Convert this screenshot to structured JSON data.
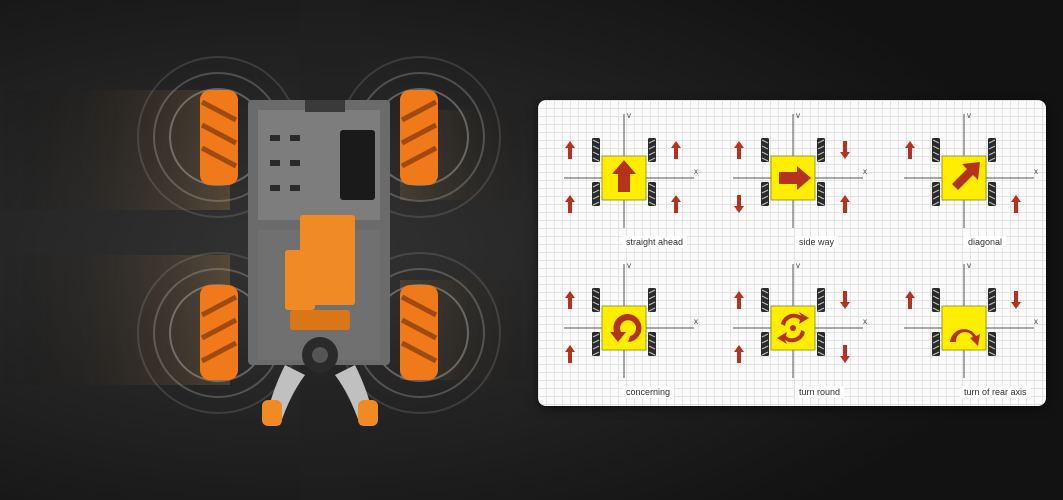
{
  "movement_modes": [
    {
      "id": "straight",
      "caption": "straight ahead",
      "arrow": "up",
      "wheels": [
        "up",
        "up",
        "up",
        "up"
      ]
    },
    {
      "id": "sideway",
      "caption": "side way",
      "arrow": "right",
      "wheels": [
        "up",
        "down",
        "down",
        "up"
      ]
    },
    {
      "id": "diagonal",
      "caption": "diagonal",
      "arrow": "diag",
      "wheels": [
        "up",
        "none",
        "none",
        "up"
      ]
    },
    {
      "id": "cornering",
      "caption": "concerning",
      "arrow": "corner",
      "wheels": [
        "up",
        "none",
        "up",
        "none"
      ]
    },
    {
      "id": "turn",
      "caption": "turn round",
      "arrow": "rotate",
      "wheels": [
        "up",
        "down",
        "up",
        "down"
      ]
    },
    {
      "id": "rear",
      "caption": "turn of rear axis",
      "arrow": "rear-pivot",
      "wheels": [
        "up",
        "down",
        "none",
        "none"
      ]
    }
  ],
  "axis_labels": {
    "x": "x",
    "y": "v"
  },
  "colors": {
    "arrow": "#b5321e",
    "square": "#ffee00",
    "square_border": "#8a8a00",
    "wheel": "#2b2b2b",
    "roller": "#bbbbbb"
  },
  "icons": {
    "robot": "mecanum-robot-car-icon"
  }
}
